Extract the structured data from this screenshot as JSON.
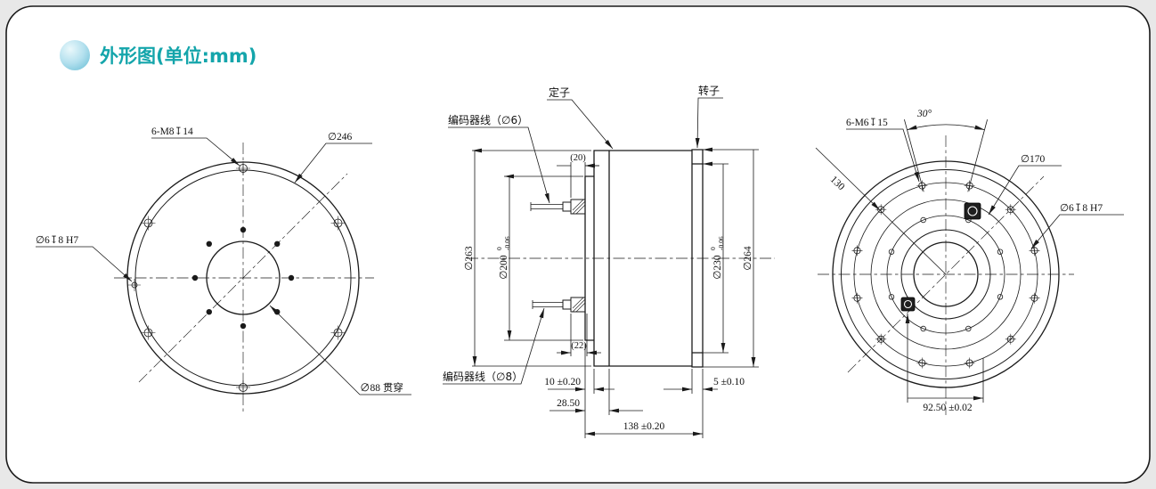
{
  "page": {
    "title": "外形图(单位:mm)"
  },
  "colors": {
    "accent": "#14a5ab",
    "ink": "#1a1a1a",
    "panel_bg": "#ffffff",
    "page_bg": "#e8e8e8"
  },
  "front_view": {
    "bolt_holes": "6-M8↧14",
    "bolt_circle_dia": "∅246",
    "pin_hole": "∅6↧8 H7",
    "center_bore": "∅88 贯穿"
  },
  "side_view": {
    "stator": "定子",
    "rotor": "转子",
    "encoder_cable_top": "编码器线（∅6）",
    "encoder_cable_bottom": "编码器线（∅8）",
    "len_20_ref": "(20)",
    "len_22_ref": "(22)",
    "dia_263": "∅263",
    "dia_200": "∅200",
    "dia_200_tol_up": "0",
    "dia_200_tol_dn": "-0.06",
    "dia_230": "∅230",
    "dia_230_tol_up": "0",
    "dia_230_tol_dn": "-0.06",
    "dia_264": "∅264",
    "len_10": "10 ±0.20",
    "len_28_5": "28.50",
    "len_138": "138 ±0.20",
    "len_5": "5 ±0.10"
  },
  "rear_view": {
    "bolt_holes": "6-M6↧15",
    "angle_30": "30°",
    "dia_170": "∅170",
    "radius_130": "130",
    "pin_hole": "∅6↧8 H7",
    "len_92_5": "92.50 ±0.02"
  }
}
